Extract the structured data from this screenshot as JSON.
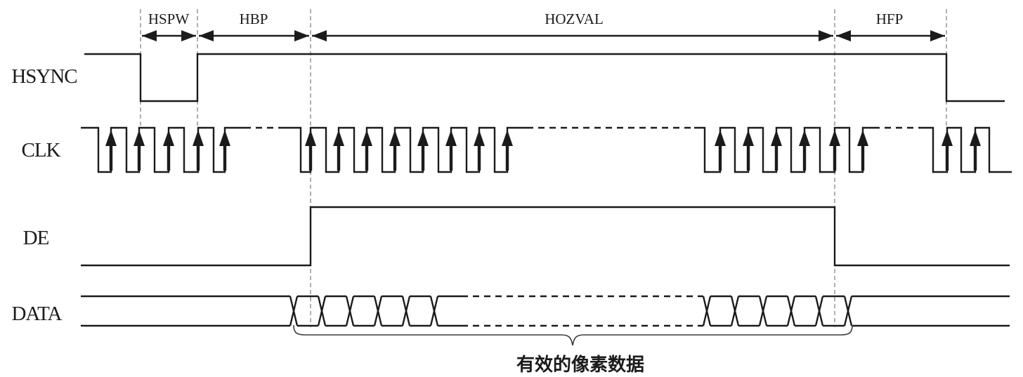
{
  "diagram": {
    "colors": {
      "line": "#1b1b1b",
      "guide": "#8f8f8f",
      "background": "#ffffff"
    },
    "regions": [
      {
        "label": "HSPW"
      },
      {
        "label": "HBP"
      },
      {
        "label": "HOZVAL"
      },
      {
        "label": "HFP"
      }
    ],
    "signals": [
      {
        "name": "HSYNC"
      },
      {
        "name": "CLK"
      },
      {
        "name": "DE"
      },
      {
        "name": "DATA"
      }
    ],
    "annotation": {
      "label": "有效的像素数据"
    }
  }
}
